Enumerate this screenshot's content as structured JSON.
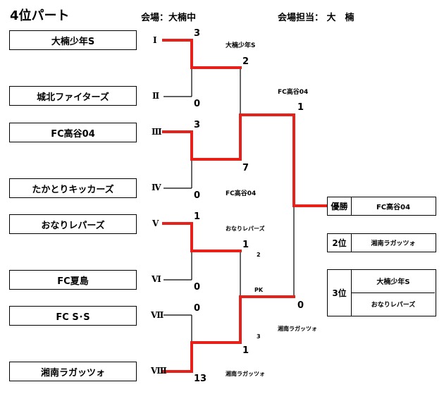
{
  "title": "4位パート",
  "venue_label": "会場：大楠中",
  "venue_manager_label": "会場担当：  大　楠",
  "teams": [
    {
      "name": "大楠少年S",
      "seed": "Ⅰ",
      "score": "3"
    },
    {
      "name": "城北ファイターズ",
      "seed": "Ⅱ",
      "score": "0"
    },
    {
      "name": "FC高谷04",
      "seed": "Ⅲ",
      "score": "3"
    },
    {
      "name": "たかとりキッカーズ",
      "seed": "Ⅳ",
      "score": "0"
    },
    {
      "name": "おなりレパーズ",
      "seed": "Ⅴ",
      "score": "1"
    },
    {
      "name": "FC夏島",
      "seed": "Ⅵ",
      "score": "0"
    },
    {
      "name": "FC S･S",
      "seed": "Ⅶ",
      "score": "0"
    },
    {
      "name": "湘南ラガッツォ",
      "seed": "Ⅷ",
      "score": "13"
    }
  ],
  "round1_winners": [
    "大楠少年S",
    "FC高谷04",
    "おなりレパーズ",
    "湘南ラガッツォ"
  ],
  "round2": {
    "top_scores": [
      "2",
      "7"
    ],
    "bottom_scores": [
      "1",
      "1"
    ],
    "top_winner": "FC高谷04",
    "bottom_winner": "湘南ラガッツォ",
    "bottom_pk_label": "PK",
    "bottom_pk_scores": [
      "2",
      "3"
    ]
  },
  "final": {
    "top_score": "1",
    "bottom_score": "0"
  },
  "results": {
    "first_label": "優勝",
    "first_team": "FC高谷04",
    "second_label": "2位",
    "second_team": "湘南ラガッツォ",
    "third_label": "3位",
    "third_teams": [
      "大楠少年S",
      "おなりレパーズ"
    ]
  },
  "colors": {
    "winner_line": "#e8201a",
    "line": "#000000"
  }
}
